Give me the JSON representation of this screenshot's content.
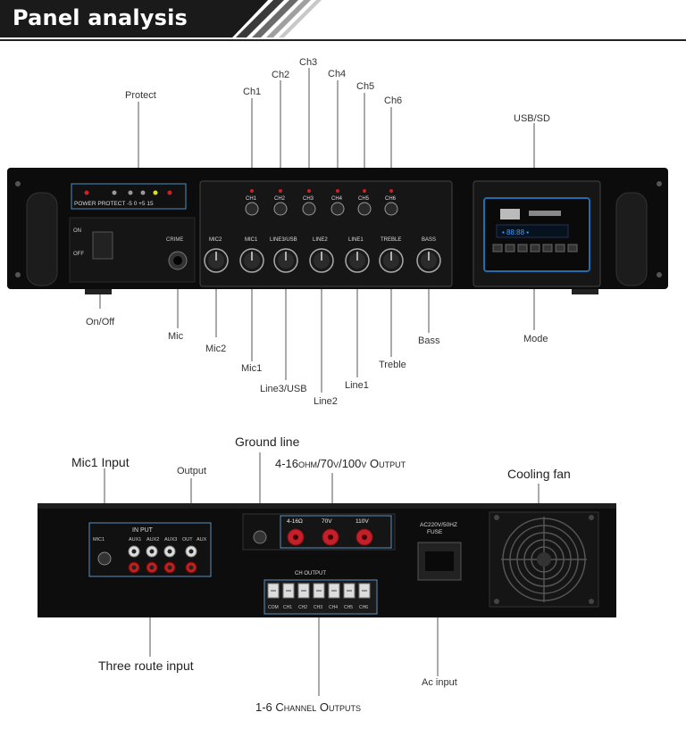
{
  "header": {
    "title": "Panel analysis"
  },
  "front_panel": {
    "labels": {
      "protect": "Protect",
      "ch1": "Ch1",
      "ch2": "Ch2",
      "ch3": "Ch3",
      "ch4": "Ch4",
      "ch5": "Ch5",
      "ch6": "Ch6",
      "usb_sd": "USB/SD",
      "on_off": "On/Off",
      "mic": "Mic",
      "mic2": "Mic2",
      "mic1": "Mic1",
      "line3_usb": "Line3/USB",
      "line2": "Line2",
      "line1": "Line1",
      "treble": "Treble",
      "bass": "Bass",
      "mode": "Mode"
    },
    "device_text": {
      "status_row": "POWER PROTECT -5   0   +5   15",
      "on": "ON",
      "off": "OFF",
      "crime": "CRIME",
      "channel_buttons": [
        "CH1",
        "CH2",
        "CH3",
        "CH4",
        "CH5",
        "CH6"
      ],
      "knobs": [
        "MIC2",
        "MIC1",
        "LINE3/USB",
        "LINE2",
        "LINE1",
        "TREBLE",
        "BASS"
      ]
    }
  },
  "rear_panel": {
    "labels": {
      "mic1_input": "Mic1 Input",
      "output": "Output",
      "ground_line": "Ground line",
      "speaker_output": "4-16ohm/70v/100v Output",
      "cooling_fan": "Cooling fan",
      "three_route_input": "Three route input",
      "ac_input": "Ac input",
      "channel_outputs": "1-6 Channel Outputs"
    },
    "device_text": {
      "input_header": "IN PUT",
      "input_sub": [
        "MIC1",
        "AUX1",
        "AUX2",
        "AUX3",
        "OUT",
        "AUX"
      ],
      "terminals": [
        "4-16Ω",
        "70V",
        "110V"
      ],
      "ac_rating": "AC220V/50HZ",
      "fuse": "FUSE",
      "channel_terms": [
        "COM",
        "CH1",
        "CH2",
        "CH3",
        "CH4",
        "CH5",
        "CH6"
      ],
      "ch_output": "CH OUTPUT"
    }
  }
}
